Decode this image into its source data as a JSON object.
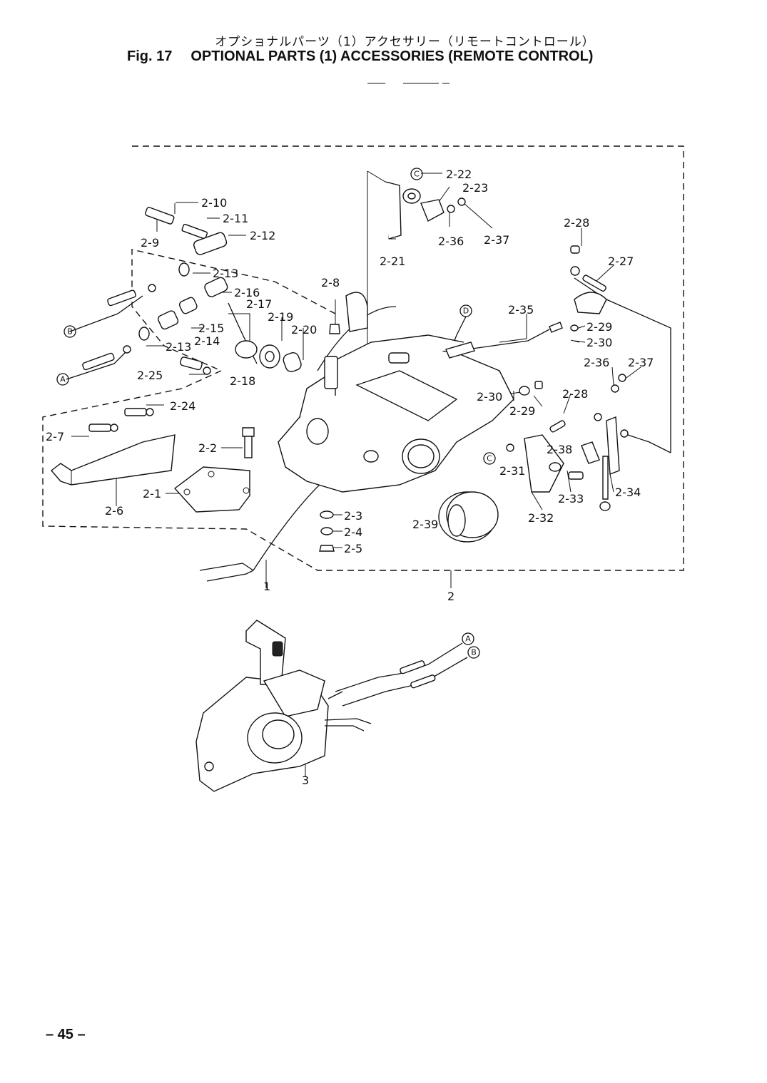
{
  "header": {
    "japanese_title": "オプショナルパーツ（1）アクセサリー（リモートコントロール）",
    "fig_number": "Fig. 17",
    "fig_title": "OPTIONAL PARTS (1) ACCESSORIES (REMOTE CONTROL)"
  },
  "page_number": "– 45 –",
  "callouts": {
    "A": "A",
    "B": "B",
    "C": "C",
    "D": "D"
  },
  "labels": {
    "p2_1": "2-1",
    "p2_2": "2-2",
    "p2_3": "2-3",
    "p2_4": "2-4",
    "p2_5": "2-5",
    "p2_6": "2-6",
    "p2_7": "2-7",
    "p2_8": "2-8",
    "p2_9": "2-9",
    "p2_10": "2-10",
    "p2_11": "2-11",
    "p2_12": "2-12",
    "p2_13a": "2-13",
    "p2_13b": "2-13",
    "p2_14": "2-14",
    "p2_15": "2-15",
    "p2_16": "2-16",
    "p2_17": "2-17",
    "p2_18": "2-18",
    "p2_19": "2-19",
    "p2_20": "2-20",
    "p2_21": "2-21",
    "p2_22": "2-22",
    "p2_23": "2-23",
    "p2_24": "2-24",
    "p2_25": "2-25",
    "p2_27": "2-27",
    "p2_28a": "2-28",
    "p2_28b": "2-28",
    "p2_29a": "2-29",
    "p2_29b": "2-29",
    "p2_30a": "2-30",
    "p2_30b": "2-30",
    "p2_31": "2-31",
    "p2_32": "2-32",
    "p2_33": "2-33",
    "p2_34": "2-34",
    "p2_35": "2-35",
    "p2_36a": "2-36",
    "p2_36b": "2-36",
    "p2_37a": "2-37",
    "p2_37b": "2-37",
    "p2_38": "2-38",
    "p2_39": "2-39",
    "p1": "1",
    "p2": "2",
    "p3": "3"
  }
}
